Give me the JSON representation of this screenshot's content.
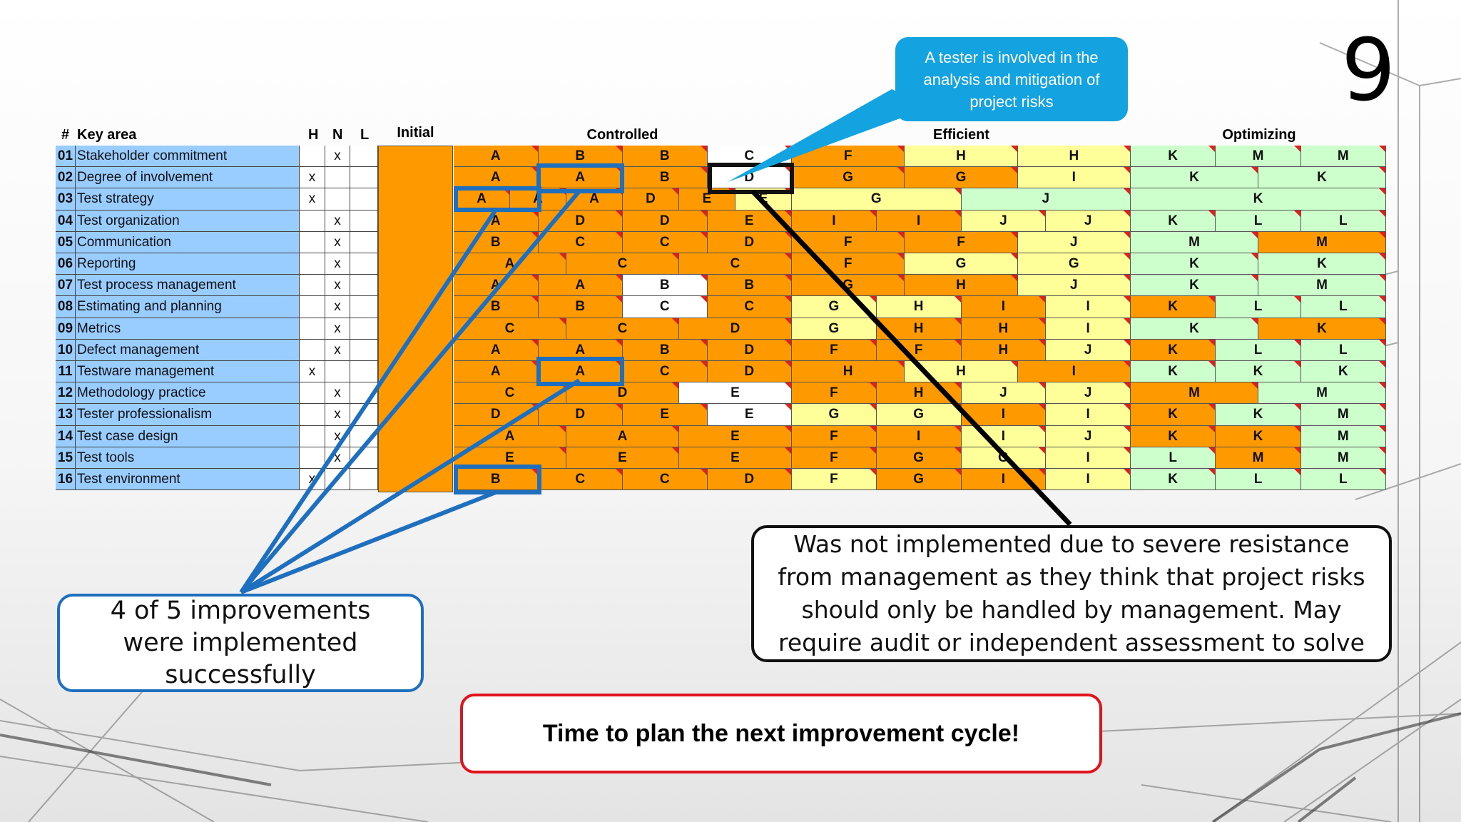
{
  "slide_number": "9",
  "headers": {
    "num": "#",
    "key_area": "Key area",
    "h": "H",
    "n": "N",
    "l": "L",
    "levels": [
      "Initial",
      "Controlled",
      "Efficient",
      "Optimizing"
    ]
  },
  "colors": {
    "orange": "#ff9900",
    "yellow": "#ffff99",
    "green": "#ccffcc",
    "white": "#ffffff",
    "key_blue": "#99ccff",
    "highlight_blue": "#1f6fbf",
    "callout_blue": "#12a3e0",
    "red_border": "#e0141e",
    "corner_marker": "#e02020"
  },
  "rows": [
    {
      "num": "01",
      "name": "Stakeholder commitment",
      "h": "",
      "n": "x",
      "l": "",
      "cells": [
        [
          "A",
          "o"
        ],
        [
          "B",
          "o"
        ],
        [
          "B",
          "o"
        ],
        [
          "C",
          "w"
        ],
        [
          "F",
          "o"
        ],
        [
          "H",
          "y"
        ],
        [
          "H",
          "y"
        ],
        [
          "K",
          "g"
        ],
        [
          "M",
          "g"
        ],
        [
          "M",
          "g"
        ]
      ]
    },
    {
      "num": "02",
      "name": "Degree of involvement",
      "h": "x",
      "n": "",
      "l": "",
      "cells": [
        [
          "A",
          "o"
        ],
        [
          "A",
          "o"
        ],
        [
          "B",
          "o"
        ],
        [
          "D",
          "w"
        ],
        [
          "G",
          "o"
        ],
        [
          "G",
          "o"
        ],
        [
          "I",
          "y"
        ],
        [
          "K",
          "g"
        ],
        [
          "K",
          "g"
        ]
      ]
    },
    {
      "num": "03",
      "name": "Test strategy",
      "h": "x",
      "n": "",
      "l": "",
      "cells": [
        [
          "A",
          "o"
        ],
        [
          "A",
          "o"
        ],
        [
          "A",
          "o"
        ],
        [
          "D",
          "o"
        ],
        [
          "E",
          "o"
        ],
        [
          "E",
          "y"
        ],
        [
          "G",
          "y"
        ],
        [
          "J",
          "g"
        ],
        [
          "K",
          "g"
        ]
      ]
    },
    {
      "num": "04",
      "name": "Test organization",
      "h": "",
      "n": "x",
      "l": "",
      "cells": [
        [
          "A",
          "o"
        ],
        [
          "D",
          "o"
        ],
        [
          "D",
          "o"
        ],
        [
          "E",
          "o"
        ],
        [
          "I",
          "o"
        ],
        [
          "I",
          "o"
        ],
        [
          "J",
          "y"
        ],
        [
          "J",
          "y"
        ],
        [
          "K",
          "g"
        ],
        [
          "L",
          "g"
        ],
        [
          "L",
          "g"
        ]
      ]
    },
    {
      "num": "05",
      "name": "Communication",
      "h": "",
      "n": "x",
      "l": "",
      "cells": [
        [
          "B",
          "o"
        ],
        [
          "C",
          "o"
        ],
        [
          "C",
          "o"
        ],
        [
          "D",
          "o"
        ],
        [
          "F",
          "o"
        ],
        [
          "F",
          "o"
        ],
        [
          "J",
          "y"
        ],
        [
          "M",
          "g"
        ],
        [
          "M",
          "o"
        ]
      ]
    },
    {
      "num": "06",
      "name": "Reporting",
      "h": "",
      "n": "x",
      "l": "",
      "cells": [
        [
          "A",
          "o"
        ],
        [
          "C",
          "o"
        ],
        [
          "C",
          "o"
        ],
        [
          "F",
          "o"
        ],
        [
          "G",
          "y"
        ],
        [
          "G",
          "y"
        ],
        [
          "K",
          "g"
        ],
        [
          "K",
          "g"
        ]
      ]
    },
    {
      "num": "07",
      "name": "Test process management",
      "h": "",
      "n": "x",
      "l": "",
      "cells": [
        [
          "A",
          "o"
        ],
        [
          "A",
          "o"
        ],
        [
          "B",
          "w"
        ],
        [
          "B",
          "o"
        ],
        [
          "G",
          "o"
        ],
        [
          "H",
          "o"
        ],
        [
          "J",
          "y"
        ],
        [
          "K",
          "g"
        ],
        [
          "M",
          "g"
        ]
      ]
    },
    {
      "num": "08",
      "name": "Estimating and planning",
      "h": "",
      "n": "x",
      "l": "",
      "cells": [
        [
          "B",
          "o"
        ],
        [
          "B",
          "o"
        ],
        [
          "C",
          "w"
        ],
        [
          "C",
          "o"
        ],
        [
          "G",
          "y"
        ],
        [
          "H",
          "y"
        ],
        [
          "I",
          "o"
        ],
        [
          "I",
          "y"
        ],
        [
          "K",
          "o"
        ],
        [
          "L",
          "g"
        ],
        [
          "L",
          "g"
        ]
      ]
    },
    {
      "num": "09",
      "name": "Metrics",
      "h": "",
      "n": "x",
      "l": "",
      "cells": [
        [
          "C",
          "o"
        ],
        [
          "C",
          "o"
        ],
        [
          "D",
          "o"
        ],
        [
          "G",
          "y"
        ],
        [
          "H",
          "o"
        ],
        [
          "H",
          "o"
        ],
        [
          "I",
          "y"
        ],
        [
          "K",
          "g"
        ],
        [
          "K",
          "o"
        ]
      ]
    },
    {
      "num": "10",
      "name": "Defect management",
      "h": "",
      "n": "x",
      "l": "",
      "cells": [
        [
          "A",
          "o"
        ],
        [
          "A",
          "o"
        ],
        [
          "B",
          "o"
        ],
        [
          "D",
          "o"
        ],
        [
          "F",
          "o"
        ],
        [
          "F",
          "o"
        ],
        [
          "H",
          "o"
        ],
        [
          "J",
          "y"
        ],
        [
          "K",
          "o"
        ],
        [
          "L",
          "g"
        ],
        [
          "L",
          "g"
        ]
      ]
    },
    {
      "num": "11",
      "name": "Testware management",
      "h": "x",
      "n": "",
      "l": "",
      "cells": [
        [
          "A",
          "o"
        ],
        [
          "A",
          "o"
        ],
        [
          "C",
          "o"
        ],
        [
          "D",
          "o"
        ],
        [
          "H",
          "o"
        ],
        [
          "H",
          "y"
        ],
        [
          "I",
          "o"
        ],
        [
          "K",
          "g"
        ],
        [
          "K",
          "g"
        ],
        [
          "K",
          "g"
        ]
      ]
    },
    {
      "num": "12",
      "name": "Methodology practice",
      "h": "",
      "n": "x",
      "l": "",
      "cells": [
        [
          "C",
          "o"
        ],
        [
          "D",
          "o"
        ],
        [
          "E",
          "w"
        ],
        [
          "F",
          "o"
        ],
        [
          "H",
          "o"
        ],
        [
          "J",
          "y"
        ],
        [
          "J",
          "y"
        ],
        [
          "M",
          "o"
        ],
        [
          "M",
          "g"
        ]
      ]
    },
    {
      "num": "13",
      "name": "Tester professionalism",
      "h": "",
      "n": "x",
      "l": "",
      "cells": [
        [
          "D",
          "o"
        ],
        [
          "D",
          "o"
        ],
        [
          "E",
          "o"
        ],
        [
          "E",
          "w"
        ],
        [
          "G",
          "y"
        ],
        [
          "G",
          "y"
        ],
        [
          "I",
          "o"
        ],
        [
          "I",
          "y"
        ],
        [
          "K",
          "o"
        ],
        [
          "K",
          "g"
        ],
        [
          "M",
          "g"
        ]
      ]
    },
    {
      "num": "14",
      "name": "Test case design",
      "h": "",
      "n": "x",
      "l": "",
      "cells": [
        [
          "A",
          "o"
        ],
        [
          "A",
          "o"
        ],
        [
          "E",
          "o"
        ],
        [
          "F",
          "o"
        ],
        [
          "I",
          "o"
        ],
        [
          "I",
          "y"
        ],
        [
          "J",
          "y"
        ],
        [
          "K",
          "o"
        ],
        [
          "K",
          "o"
        ],
        [
          "M",
          "g"
        ]
      ]
    },
    {
      "num": "15",
      "name": "Test tools",
      "h": "",
      "n": "x",
      "l": "",
      "cells": [
        [
          "E",
          "o"
        ],
        [
          "E",
          "o"
        ],
        [
          "E",
          "o"
        ],
        [
          "F",
          "o"
        ],
        [
          "G",
          "o"
        ],
        [
          "G",
          "y"
        ],
        [
          "I",
          "y"
        ],
        [
          "L",
          "g"
        ],
        [
          "M",
          "o"
        ],
        [
          "M",
          "g"
        ]
      ]
    },
    {
      "num": "16",
      "name": "Test environment",
      "h": "x",
      "n": "",
      "l": "",
      "cells": [
        [
          "B",
          "o"
        ],
        [
          "C",
          "o"
        ],
        [
          "C",
          "o"
        ],
        [
          "D",
          "o"
        ],
        [
          "F",
          "y"
        ],
        [
          "G",
          "o"
        ],
        [
          "I",
          "o"
        ],
        [
          "I",
          "y"
        ],
        [
          "K",
          "g"
        ],
        [
          "L",
          "g"
        ],
        [
          "L",
          "g"
        ]
      ]
    }
  ],
  "callouts": {
    "tester_risks": "A tester is involved in the analysis and mitigation of project risks",
    "improvements": "4 of 5 improvements were implemented successfully",
    "not_implemented": "Was not implemented due to severe resistance from management as they think that project risks should only be handled by management. May require audit or independent assessment to solve",
    "next_cycle": "Time to plan the next improvement cycle!"
  }
}
